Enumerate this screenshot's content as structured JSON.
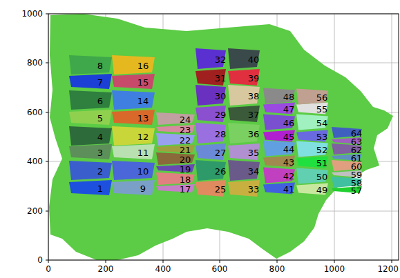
{
  "diagram": {
    "labels": [
      "0",
      "200",
      "400",
      "600",
      "800",
      "1000",
      "1200",
      "0",
      "200",
      "400",
      "600",
      "800",
      "1000",
      "1",
      "2",
      "3",
      "4",
      "5",
      "6",
      "7",
      "8",
      "9",
      "10",
      "11",
      "12",
      "13",
      "14",
      "15",
      "16",
      "17",
      "18",
      "19",
      "20",
      "21",
      "22",
      "23",
      "24",
      "25",
      "26",
      "27",
      "28",
      "29",
      "30",
      "31",
      "32",
      "33",
      "34",
      "35",
      "36",
      "37",
      "38",
      "39",
      "40",
      "41",
      "42",
      "43",
      "44",
      "45",
      "46",
      "47",
      "48",
      "49",
      "50",
      "51",
      "52",
      "53",
      "54",
      "55",
      "56",
      "57",
      "58",
      "59",
      "60",
      "61",
      "62",
      "63",
      "64"
    ]
  }
}
